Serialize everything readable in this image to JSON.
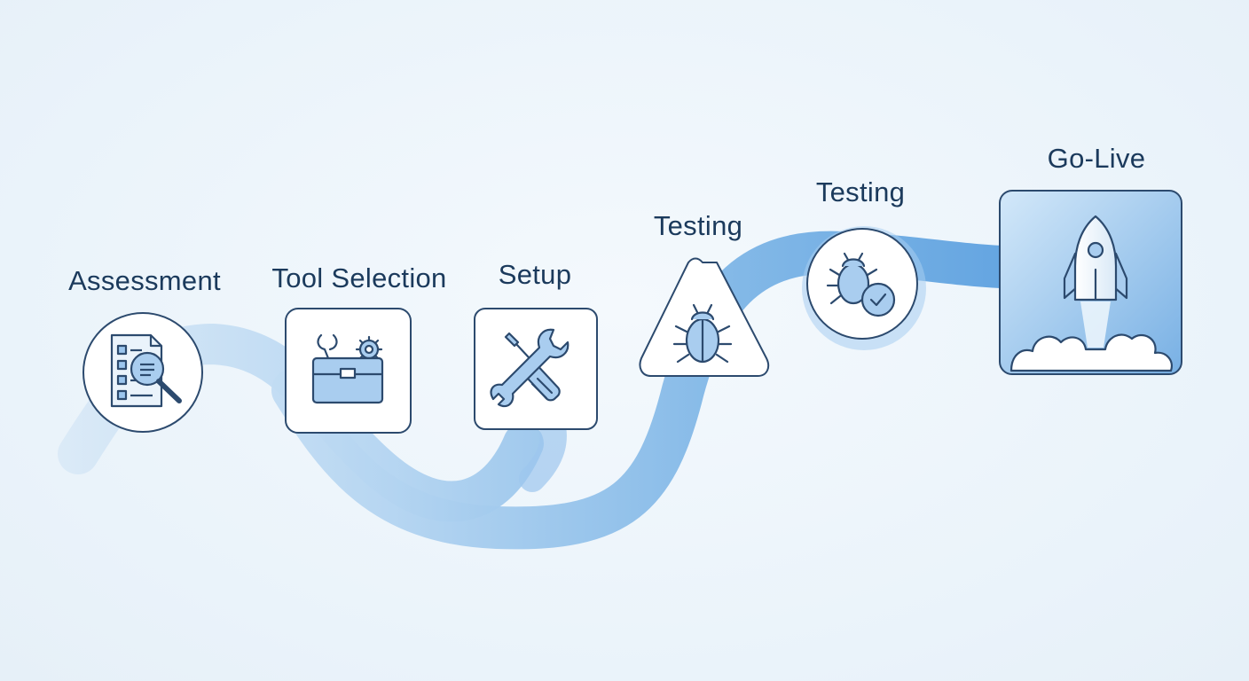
{
  "diagram": {
    "steps": [
      {
        "label": "Assessment",
        "icon": "checklist-magnifier-icon"
      },
      {
        "label": "Tool Selection",
        "icon": "toolbox-icon"
      },
      {
        "label": "Setup",
        "icon": "wrench-screwdriver-icon"
      },
      {
        "label": "Testing",
        "icon": "bug-warning-icon"
      },
      {
        "label": "Testing",
        "icon": "bug-check-icon"
      },
      {
        "label": "Go-Live",
        "icon": "rocket-launch-icon"
      }
    ],
    "colors": {
      "path_light": "#d3e6f6",
      "path_mid": "#a7cdf0",
      "path_dark": "#6aaae3",
      "stroke": "#2c4a6e",
      "icon_fill": "#a9cdef",
      "golive_fill_top": "#c6e0f7",
      "golive_fill_bottom": "#7fb5e6",
      "text": "#1b3a5c"
    }
  }
}
